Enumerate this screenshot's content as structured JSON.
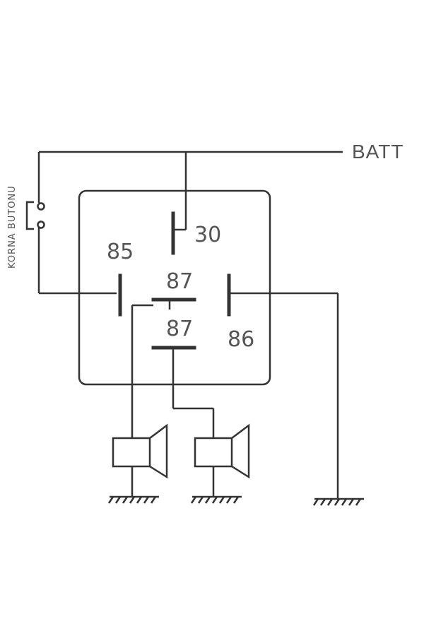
{
  "diagram": {
    "supply_label": "BATT",
    "button_label": "KORNA BUTONU",
    "terminals": {
      "t30": "30",
      "t85": "85",
      "t87_upper": "87",
      "t87_lower": "87",
      "t86": "86"
    }
  },
  "colors": {
    "line": "#333333",
    "text": "#555555",
    "background": "#ffffff"
  }
}
